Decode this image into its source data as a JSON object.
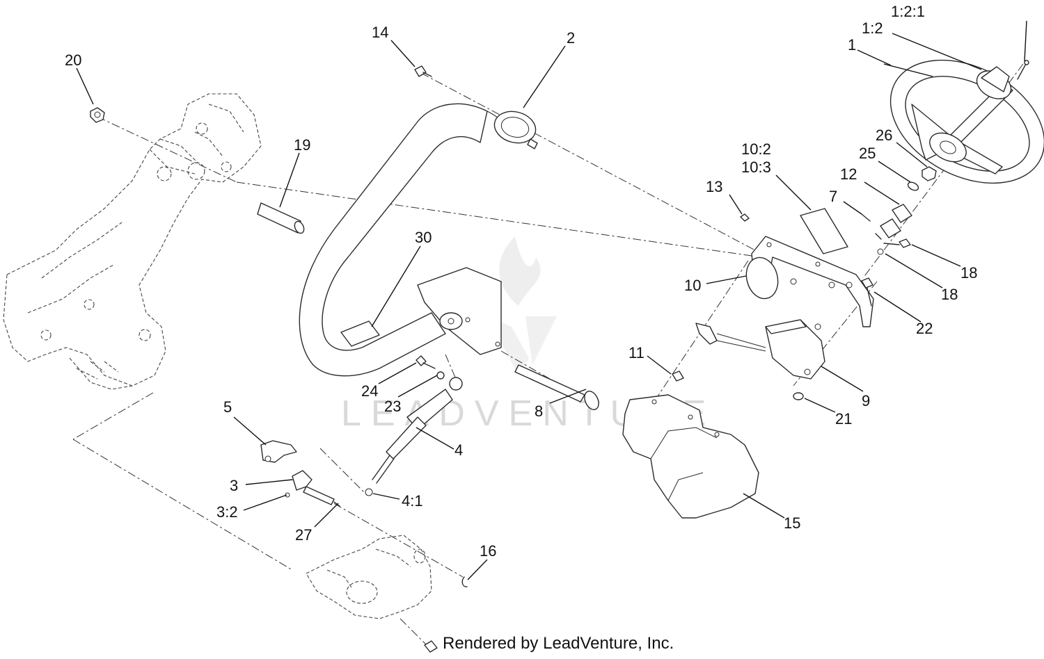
{
  "watermark": {
    "brand": "LEADVENTURE"
  },
  "footer": {
    "credit": "Rendered by LeadVenture, Inc."
  },
  "callouts": {
    "c1": "1",
    "c1_2": "1:2",
    "c1_2_1": "1:2:1",
    "c2": "2",
    "c3": "3",
    "c3_2": "3:2",
    "c4": "4",
    "c4_1": "4:1",
    "c5": "5",
    "c7": "7",
    "c8": "8",
    "c9": "9",
    "c10": "10",
    "c10_2": "10:2",
    "c10_3": "10:3",
    "c11": "11",
    "c12": "12",
    "c13": "13",
    "c14": "14",
    "c15": "15",
    "c16": "16",
    "c18a": "18",
    "c18b": "18",
    "c19": "19",
    "c20": "20",
    "c21": "21",
    "c22": "22",
    "c23": "23",
    "c24": "24",
    "c25": "25",
    "c26": "26",
    "c27": "27",
    "c30": "30"
  }
}
